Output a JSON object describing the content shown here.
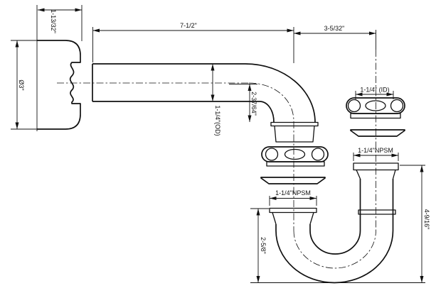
{
  "colors": {
    "background": "#ffffff",
    "line": "#101010"
  },
  "dimensions": {
    "escutcheon_depth": "1-13/32\"",
    "escutcheon_diameter": "Ø3\"",
    "waste_arm_length": "7-1/2\"",
    "outlet_offset": "3-5/32\"",
    "elbow_drop": "2-37/64\"",
    "tube_od": "1-1/4\"(OD)",
    "slip_nut_id": "1-1/4\" (ID)",
    "outlet_thread": "1-1/4\"NPSM",
    "inlet_thread": "1-1/4\"NPSM",
    "outlet_height": "4-9/16\"",
    "inlet_depth": "2-5/8\""
  }
}
